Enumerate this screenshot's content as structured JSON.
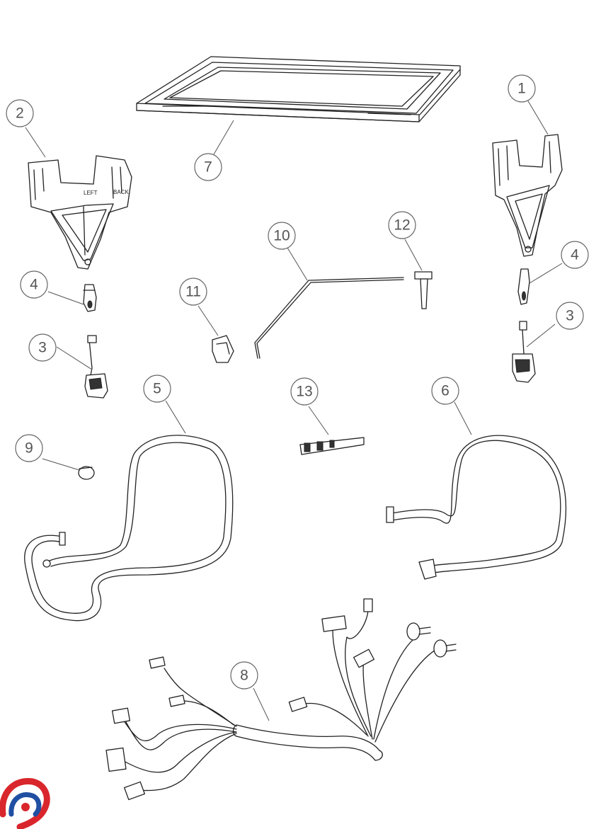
{
  "diagram": {
    "callouts": [
      {
        "id": "c1",
        "label": "1"
      },
      {
        "id": "c2",
        "label": "2"
      },
      {
        "id": "c3a",
        "label": "3"
      },
      {
        "id": "c3b",
        "label": "3"
      },
      {
        "id": "c4a",
        "label": "4"
      },
      {
        "id": "c4b",
        "label": "4"
      },
      {
        "id": "c5",
        "label": "5"
      },
      {
        "id": "c6",
        "label": "6"
      },
      {
        "id": "c7",
        "label": "7"
      },
      {
        "id": "c8",
        "label": "8"
      },
      {
        "id": "c9",
        "label": "9"
      },
      {
        "id": "c10",
        "label": "10"
      },
      {
        "id": "c11",
        "label": "11"
      },
      {
        "id": "c12",
        "label": "12"
      },
      {
        "id": "c13",
        "label": "13"
      }
    ],
    "bracket_left_markings": [
      "LEFT",
      "BACK"
    ],
    "logo": {
      "colors": [
        "#d9262c",
        "#1f4fa3"
      ]
    }
  }
}
